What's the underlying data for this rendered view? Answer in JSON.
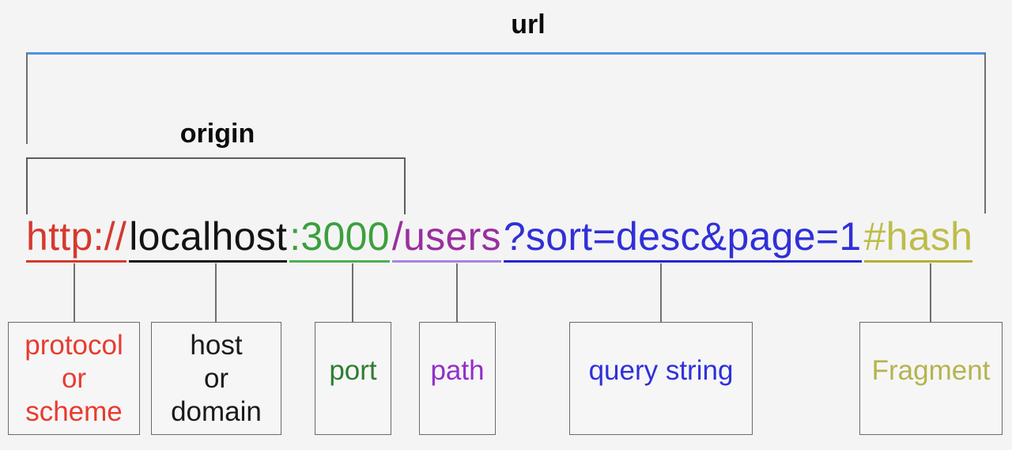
{
  "colors": {
    "background": "#f4f4f5",
    "url_bracket_line": "#4f93e2",
    "connector_gray": "#6f6f6f",
    "box_border": "#6a6a6a",
    "label_black": "#0c0c0c"
  },
  "labels": {
    "url": "url",
    "origin": "origin"
  },
  "url": {
    "full": "http://localhost:3000/users?sort=desc&page=1#hash",
    "segments": [
      {
        "name": "protocol",
        "text": "http://",
        "color": "#d5392e",
        "underline_color": "#d5392e"
      },
      {
        "name": "host",
        "text": "localhost",
        "color": "#131313",
        "underline_color": "#131313"
      },
      {
        "name": "port",
        "text": ":3000",
        "color": "#3ba03d",
        "underline_color": "#4caf50"
      },
      {
        "name": "path",
        "text": "/users",
        "color": "#9a2f9e",
        "underline_color": "#a485e2"
      },
      {
        "name": "query",
        "text": "?sort=desc&page=1",
        "color": "#3030d8",
        "underline_color": "#2525cf"
      },
      {
        "name": "fragment",
        "text": "#hash",
        "color": "#bdbd49",
        "underline_color": "#b1b135"
      }
    ]
  },
  "boxes": [
    {
      "name": "protocol",
      "line1": "protocol",
      "line2": "or",
      "line3": "scheme",
      "color": "#e83b2e"
    },
    {
      "name": "host",
      "line1": "host",
      "line2": "or",
      "line3": "domain",
      "color": "#1a1a1a"
    },
    {
      "name": "port",
      "line1": "port",
      "color": "#2e7d33"
    },
    {
      "name": "path",
      "line1": "path",
      "color": "#9230c8"
    },
    {
      "name": "query",
      "line1": "query string",
      "color": "#3030d8"
    },
    {
      "name": "fragment",
      "line1": "Fragment",
      "color": "#b4b44e"
    }
  ]
}
